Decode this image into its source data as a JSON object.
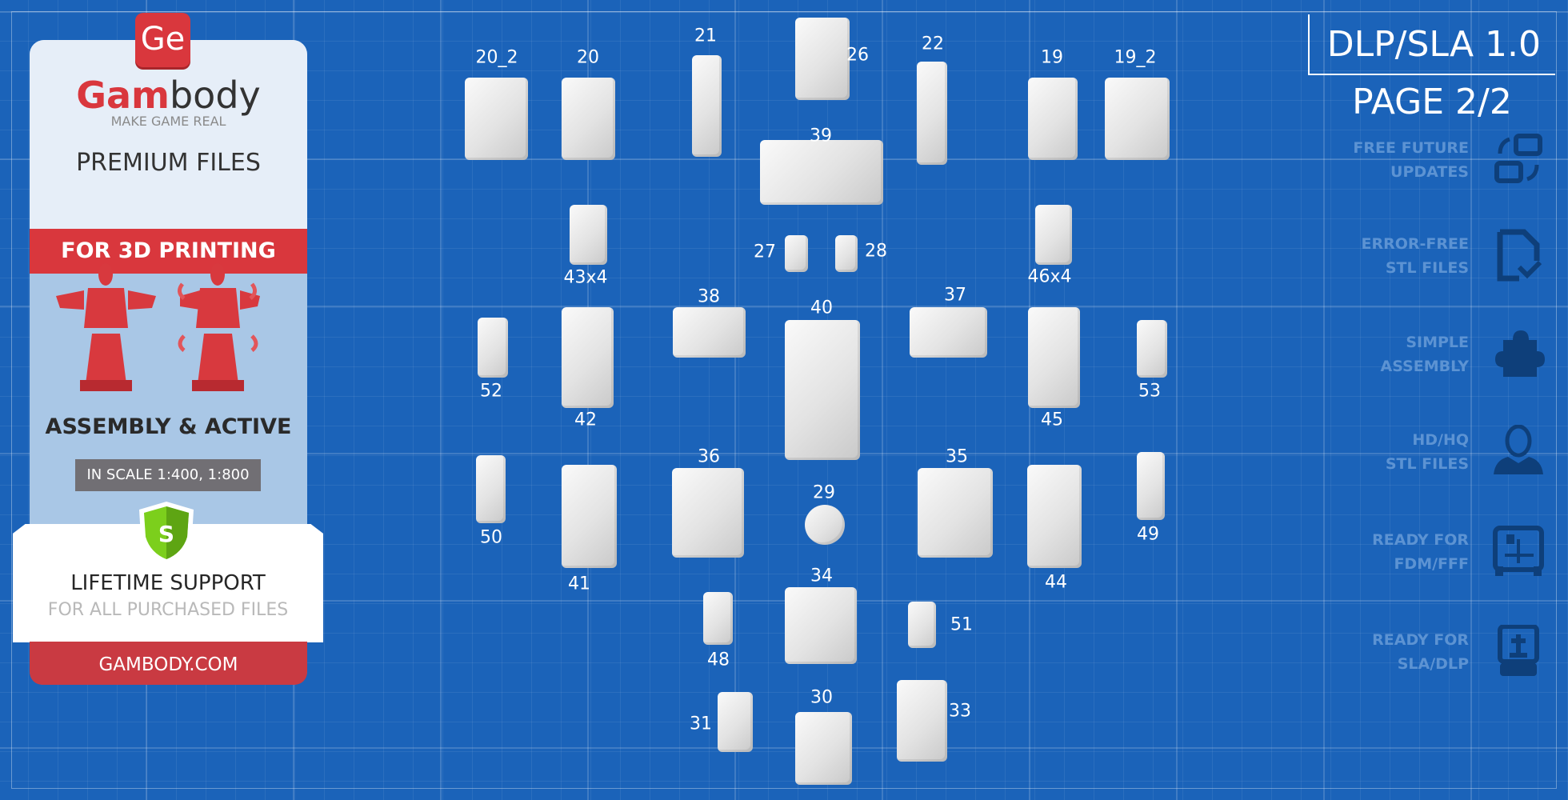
{
  "brand": {
    "logo_mark": "Ge",
    "name_red": "Gam",
    "name_dark": "body",
    "tagline": "MAKE GAME REAL"
  },
  "panel": {
    "premium": "PREMIUM FILES",
    "printing": "FOR 3D PRINTING",
    "assembly": "ASSEMBLY & ACTIVE",
    "scale": "IN SCALE 1:400, 1:800",
    "shield_letter": "S",
    "support_title": "LIFETIME SUPPORT",
    "support_sub": "FOR ALL PURCHASED FILES",
    "site": "GAMBODY.COM"
  },
  "header": {
    "version": "DLP/SLA 1.0",
    "page": "PAGE 2/2"
  },
  "features": [
    {
      "line1": "FREE FUTURE",
      "line2": "UPDATES",
      "icon": "updates-icon"
    },
    {
      "line1": "ERROR-FREE",
      "line2": "STL FILES",
      "icon": "file-check-icon"
    },
    {
      "line1": "SIMPLE",
      "line2": "ASSEMBLY",
      "icon": "puzzle-icon"
    },
    {
      "line1": "HD/HQ",
      "line2": "STL FILES",
      "icon": "bust-icon"
    },
    {
      "line1": "READY FOR",
      "line2": "FDM/FFF",
      "icon": "fdm-printer-icon"
    },
    {
      "line1": "READY FOR",
      "line2": "SLA/DLP",
      "icon": "sla-printer-icon"
    }
  ],
  "colors": {
    "background": "#1b63b9",
    "accent_red": "#d9373d",
    "feature_text": "#5c93d3",
    "feature_icon": "#0e3f7a"
  },
  "parts": [
    "20_2",
    "20",
    "21",
    "26",
    "22",
    "19",
    "19_2",
    "39",
    "43x4",
    "27",
    "28",
    "46x4",
    "38",
    "40",
    "37",
    "52",
    "42",
    "53",
    "45",
    "36",
    "35",
    "29",
    "50",
    "41",
    "44",
    "49",
    "34",
    "51",
    "48",
    "30",
    "31",
    "33"
  ]
}
